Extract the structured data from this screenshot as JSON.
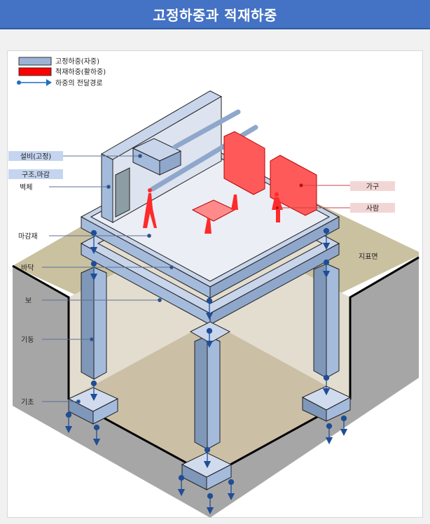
{
  "header": {
    "title": "고정하중과 적재하중"
  },
  "legend": {
    "items": [
      {
        "label": "고정하중(자중)",
        "color": "#9db3d6",
        "icon": "blue-swatch"
      },
      {
        "label": "적재하중(활하중)",
        "color": "#ff1a1a",
        "icon": "red-swatch"
      },
      {
        "label": "하중의 전달경로",
        "color": "#1f4e96",
        "icon": "arrow-right-icon"
      }
    ]
  },
  "labels": {
    "equipment": "설비(고정)",
    "structure_finish": "구조,마감",
    "wall": "벽체",
    "finish": "마감재",
    "floor": "바닥",
    "beam": "보",
    "column": "기둥",
    "foundation": "기초",
    "furniture": "가구",
    "person": "사람",
    "ground": "지표면"
  },
  "colors": {
    "header": "#4472c4",
    "dead_load": "#9db3d6",
    "live_load": "#ff3b3b",
    "path": "#1f4e96",
    "ground_top": "#c9c1a0",
    "pit_wall": "#a6a6a6",
    "pit_floor": "#cbbfa6"
  }
}
